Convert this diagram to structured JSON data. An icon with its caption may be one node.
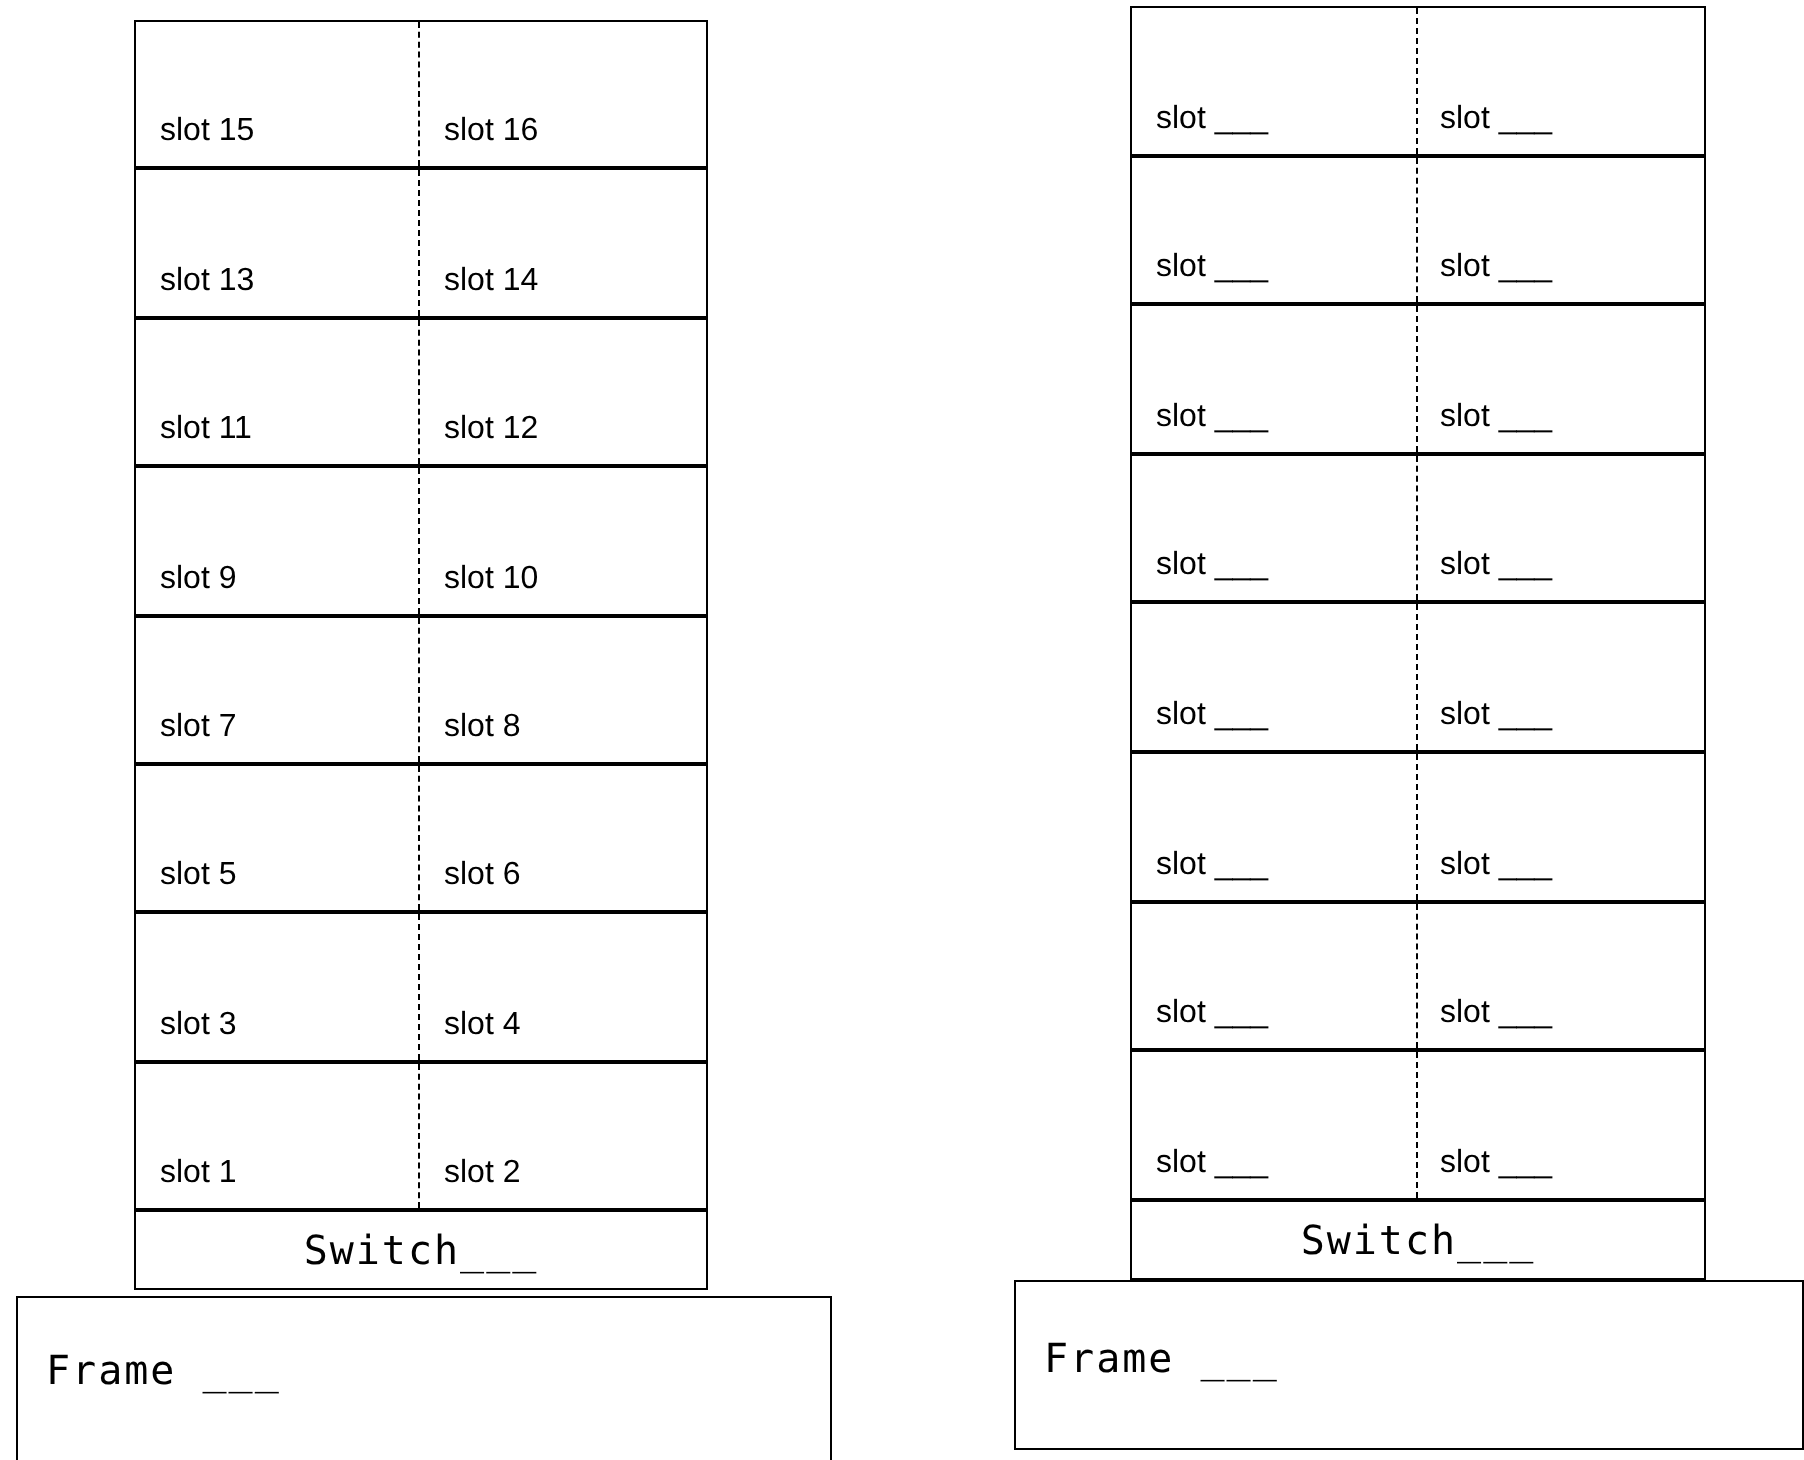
{
  "diagram": {
    "nodes": [
      {
        "text": [
          "slot 15",
          "slot 16"
        ]
      },
      {
        "text": [
          "slot 13",
          "slot 14"
        ]
      },
      {
        "text": [
          "slot 11",
          "slot 12"
        ]
      },
      {
        "text": [
          "slot 9",
          "slot 10"
        ]
      },
      {
        "text": [
          "slot 7",
          "slot 8"
        ]
      },
      {
        "text": [
          "slot 5",
          "slot 6"
        ]
      },
      {
        "text": [
          "slot 3",
          "slot 4"
        ]
      },
      {
        "text": [
          "slot 1",
          "slot 2"
        ]
      },
      {
        "text": [
          "Switch___"
        ]
      },
      {
        "text": [
          "Frame ___"
        ]
      },
      {
        "text": [
          "slot ___",
          "slot ___"
        ]
      },
      {
        "text": [
          "slot ___",
          "slot ___"
        ]
      },
      {
        "text": [
          "slot ___",
          "slot ___"
        ]
      },
      {
        "text": [
          "slot ___",
          "slot ___"
        ]
      },
      {
        "text": [
          "slot ___",
          "slot ___"
        ]
      },
      {
        "text": [
          "slot ___",
          "slot ___"
        ]
      },
      {
        "text": [
          "slot ___",
          "slot ___"
        ]
      },
      {
        "text": [
          "slot ___",
          "slot ___"
        ]
      },
      {
        "text": [
          "Switch___"
        ]
      },
      {
        "text": [
          "Frame ___"
        ]
      }
    ]
  }
}
